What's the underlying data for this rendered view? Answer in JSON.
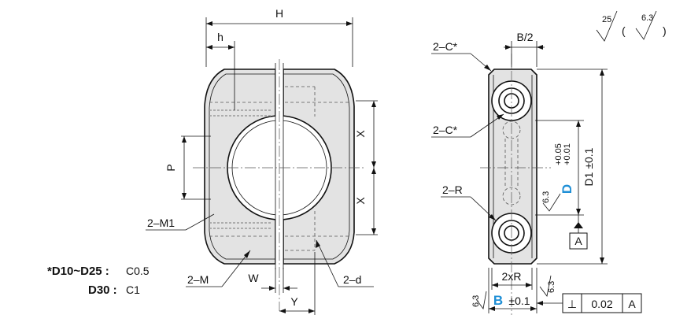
{
  "note": {
    "line1_bold": "*D10~D25 :",
    "line1_value": "C0.5",
    "line2_bold": "D30 :",
    "line2_value": "C1"
  },
  "front_view": {
    "H": "H",
    "h": "h",
    "P": "P",
    "X_top": "X",
    "X_bottom": "X",
    "M1": "2–M1",
    "M": "2–M",
    "W": "W",
    "Y": "Y",
    "d": "2–d"
  },
  "side_view": {
    "B_half": "B/2",
    "chamfer_top": "2–C*",
    "chamfer_mid": "2–C*",
    "R": "2–R",
    "D": "D",
    "D_tol_upper": "+0.05",
    "D_tol_lower": "+0.01",
    "D1": "D1 ±0.1",
    "roughness_D": "6.3",
    "datum": "A",
    "twoxR": "2xR",
    "B": "B",
    "B_tol": "±0.1",
    "roughness_B_left": "6.3",
    "roughness_B_right": "6.3",
    "tol_symbol": "⊥",
    "tol_value": "0.02",
    "tol_datum": "A"
  },
  "surface_finish": {
    "general": "25",
    "other": "6.3"
  },
  "colors": {
    "line": "#111111",
    "fill": "#e3e3e3",
    "accent_blue": "#1f8fd6"
  }
}
